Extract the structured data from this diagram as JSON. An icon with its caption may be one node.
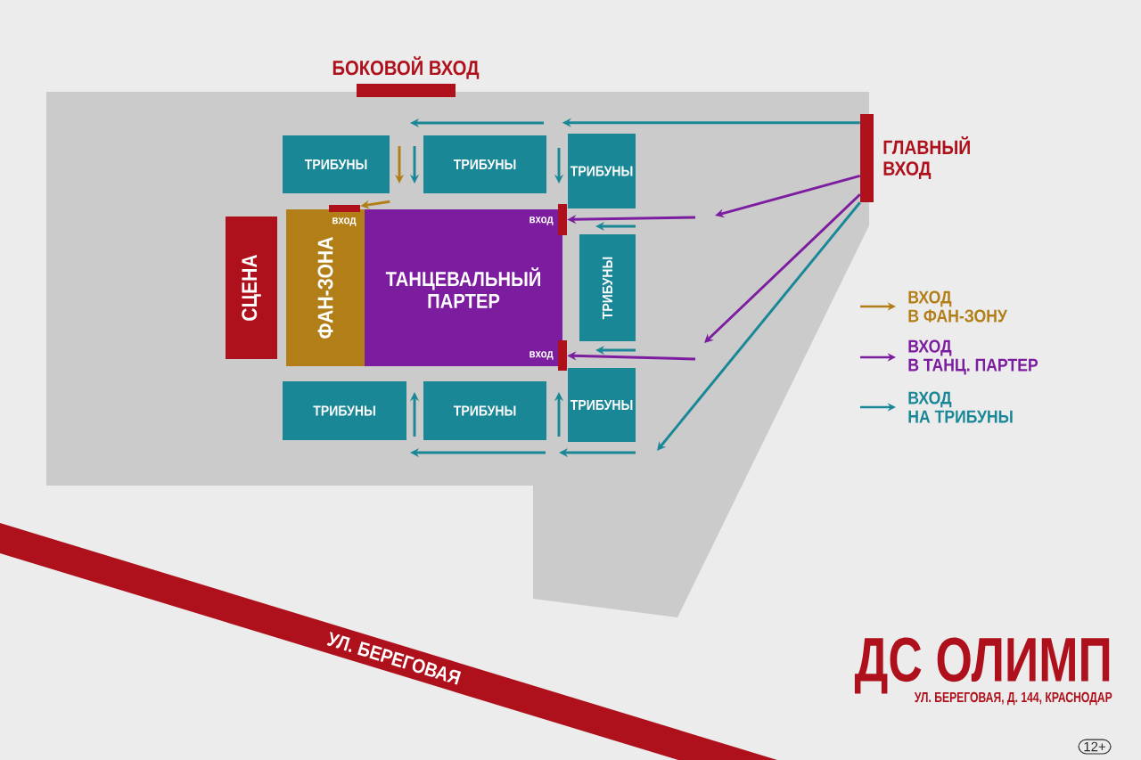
{
  "diagram": {
    "nodes": [
      {
        "text": [
          "БОКОВОЙ ВХОД"
        ]
      },
      {
        "text": [
          "ГЛАВНЫЙ ВХОД"
        ]
      },
      {
        "text": [
          "ТРИБУНЫ"
        ]
      },
      {
        "text": [
          "ТРИБУНЫ"
        ]
      },
      {
        "text": [
          "ТРИБУНЫ"
        ]
      },
      {
        "text": [
          "СЦЕНА"
        ]
      },
      {
        "text": [
          "ФАН-ЗОНА"
        ]
      },
      {
        "text": [
          "вход"
        ],
        "in": 6
      },
      {
        "text": [
          "ТАНЦЕВАЛЬНЫЙ ПАРТЕР"
        ]
      },
      {
        "text": [
          "вход"
        ]
      },
      {
        "text": [
          "ТРИБУНЫ"
        ]
      },
      {
        "text": [
          "вход"
        ]
      },
      {
        "text": [
          "ТРИБУНЫ"
        ]
      },
      {
        "text": [
          "ТРИБУНЫ"
        ]
      },
      {
        "text": [
          "ТРИБУНЫ"
        ]
      }
    ],
    "edges": [
      {
        "from": 1,
        "to": 4,
        "arrow": "to",
        "color": "#1a8797"
      },
      {
        "from": 1,
        "to": null,
        "arrow": "to"
      },
      {
        "from": 1,
        "to": null,
        "arrow": "to"
      },
      {
        "from": 1,
        "to": null,
        "arrow": "to",
        "color": "#1a8797"
      },
      {
        "from": null,
        "to": 9,
        "arrow": "to"
      },
      {
        "from": null,
        "to": 11,
        "arrow": "to"
      },
      {
        "from": 2,
        "to": 7,
        "arrow": "to",
        "color": "#b27e17"
      }
    ],
    "labels": [
      "УЛ. БЕРЕГОВАЯ",
      "ДС ОЛИМП",
      "УЛ. БЕРЕГОВАЯ, Д. 144, КРАСНОДАР",
      "12+"
    ],
    "legend": [
      {
        "text": "ВХОД В ФАН-ЗОНУ"
      },
      {
        "text": "ВХОД В ТАНЦ. ПАРТЕР"
      },
      {
        "text": "ВХОД НА ТРИБУНЫ"
      }
    ]
  }
}
